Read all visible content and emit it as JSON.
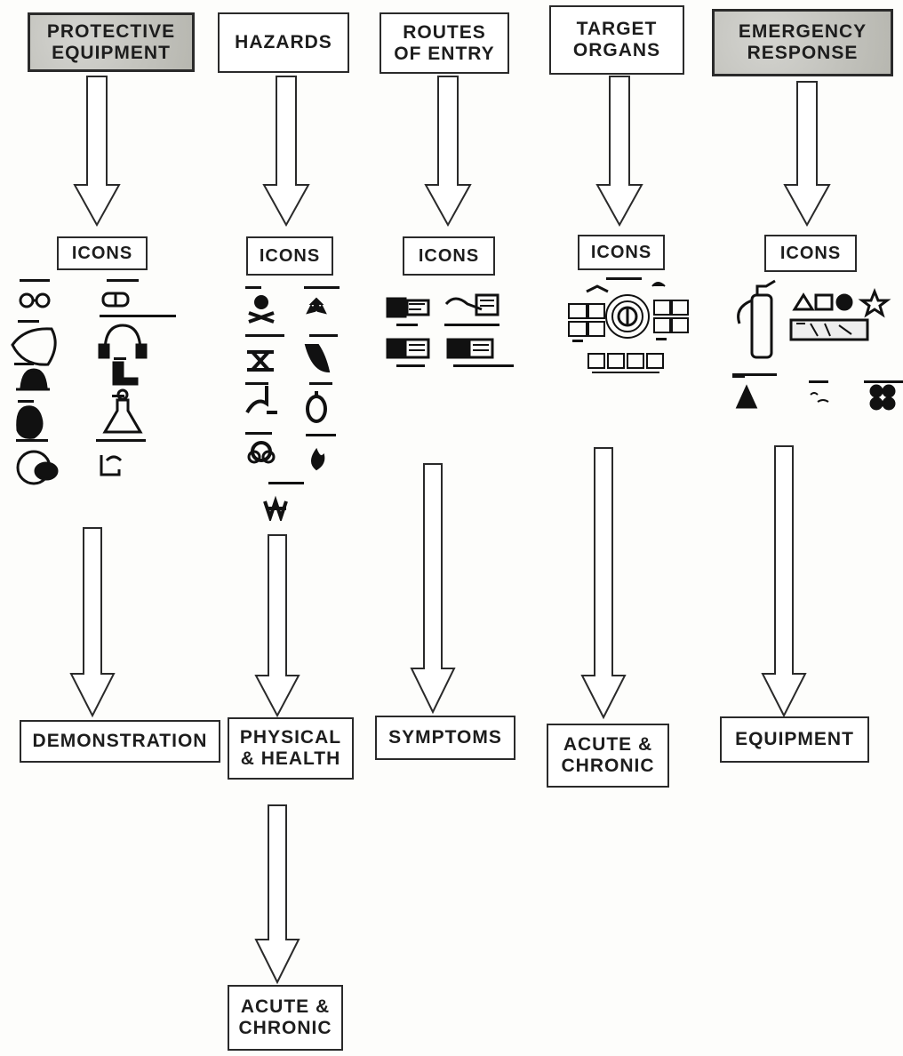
{
  "columns": [
    {
      "id": "protective",
      "header": "PROTECTIVE\nEQUIPMENT",
      "icons_label": "ICONS",
      "result": "DEMONSTRATION",
      "icon_names": [
        "safety-glasses",
        "splash-goggles",
        "face-shield",
        "hearing-protection",
        "hard-hat",
        "boots",
        "gloves",
        "apron",
        "respirator",
        "breathing-apparatus"
      ]
    },
    {
      "id": "hazards",
      "header": "HAZARDS",
      "icons_label": "ICONS",
      "result": "PHYSICAL\n&  HEALTH",
      "secondary_result": "ACUTE &\nCHRONIC",
      "icon_names": [
        "poison",
        "radioactive",
        "compressed-gas",
        "corrosive",
        "irritant",
        "oxidizer",
        "biohazard",
        "flammable",
        "water-reactive"
      ]
    },
    {
      "id": "routes",
      "header": "ROUTES\nOF ENTRY",
      "icons_label": "ICONS",
      "result": "SYMPTOMS",
      "icon_names": [
        "inhalation",
        "absorption",
        "ingestion",
        "injection"
      ]
    },
    {
      "id": "organs",
      "header": "TARGET\nORGANS",
      "icons_label": "ICONS",
      "result": "ACUTE &\nCHRONIC",
      "icon_names": [
        "target-organs-panel"
      ]
    },
    {
      "id": "emergency",
      "header": "EMERGENCY\nRESPONSE",
      "icons_label": "ICONS",
      "result": "EQUIPMENT",
      "icon_names": [
        "fire-extinguisher",
        "fire-class-symbols",
        "safety-shower",
        "eye-wash",
        "ventilation"
      ]
    }
  ]
}
